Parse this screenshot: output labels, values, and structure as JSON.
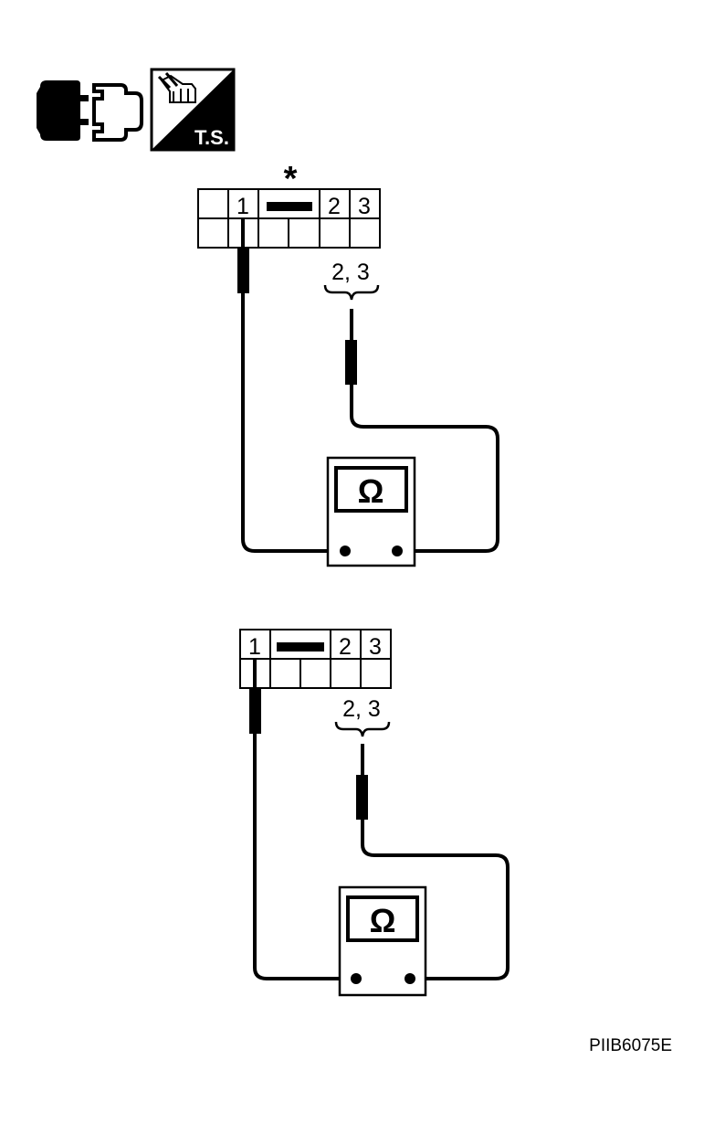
{
  "header": {
    "icons": [
      "disconnect-connector-icon",
      "test-switch-icon"
    ],
    "test_switch_label": "T.S."
  },
  "connectors": [
    {
      "asterisk": "*",
      "terminals": [
        "1",
        "2",
        "3"
      ],
      "brace_label": "2, 3",
      "meter_symbol": "Ω"
    },
    {
      "terminals": [
        "1",
        "2",
        "3"
      ],
      "brace_label": "2, 3",
      "meter_symbol": "Ω"
    }
  ],
  "reference_code": "PIIB6075E"
}
